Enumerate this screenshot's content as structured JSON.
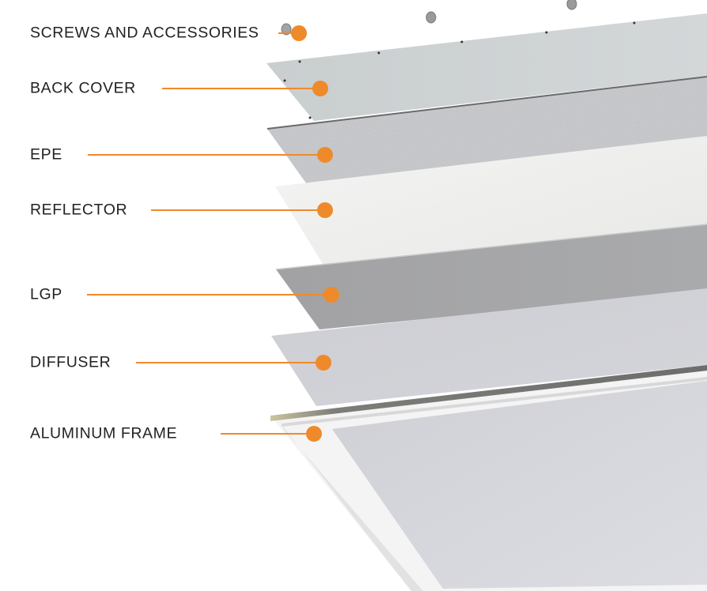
{
  "title": "LED panel exploded view",
  "accent_color": "#ef8a2a",
  "components": [
    {
      "label": "SCREWS AND ACCESSORIES"
    },
    {
      "label": "BACK COVER"
    },
    {
      "label": "EPE"
    },
    {
      "label": "REFLECTOR"
    },
    {
      "label": "LGP"
    },
    {
      "label": "DIFFUSER"
    },
    {
      "label": "ALUMINUM FRAME"
    }
  ]
}
